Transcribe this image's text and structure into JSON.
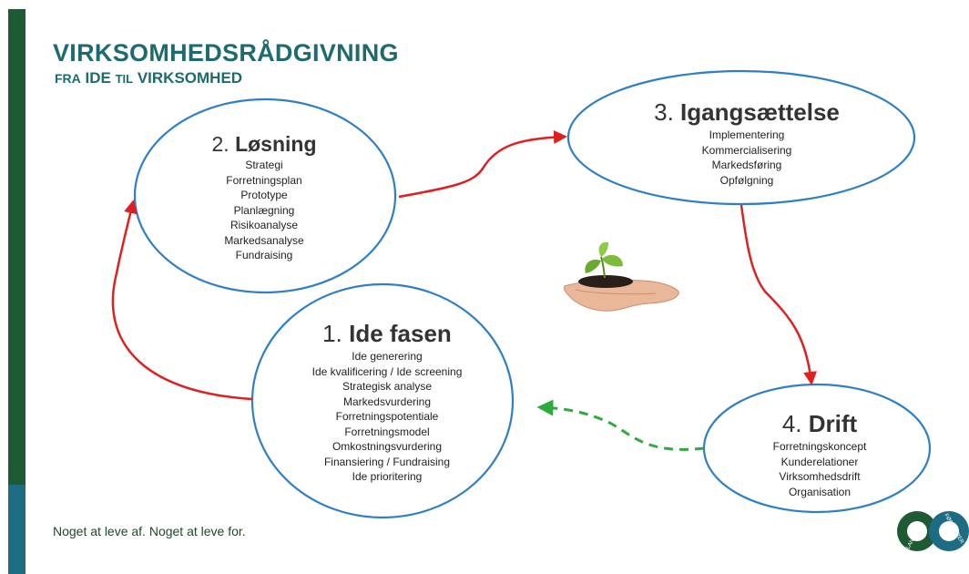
{
  "header": {
    "title": "VIRKSOMHEDSRÅDGIVNING",
    "subtitle": {
      "part1": "FRA",
      "part2": "IDE",
      "part3": "TIL",
      "part4": "VIRKSOMHED"
    }
  },
  "phases": [
    {
      "number": "1.",
      "name": "Ide fasen",
      "items": [
        "Ide generering",
        "Ide kvalificering  / Ide screening",
        "Strategisk analyse",
        "Markedsvurdering",
        "Forretningspotentiale",
        "Forretningsmodel",
        "Omkostningsvurdering",
        "Finansiering  / Fundraising",
        "Ide prioritering"
      ]
    },
    {
      "number": "2.",
      "name": "Løsning",
      "items": [
        "Strategi",
        "Forretningsplan",
        "Prototype",
        "Planlægning",
        "Risikoanalyse",
        "Markedsanalyse",
        "Fundraising"
      ]
    },
    {
      "number": "3.",
      "name": "Igangsættelse",
      "items": [
        "Implementering",
        "Kommercialisering",
        "Markedsføring",
        "Opfølgning"
      ]
    },
    {
      "number": "4.",
      "name": "Drift",
      "items": [
        "Forretningskoncept",
        "Kunderelationer",
        "Virksomhedsdrift",
        "Organisation"
      ]
    }
  ],
  "tagline": "Noget at leve af. Noget at leve for.",
  "logo": {
    "left_text": "LANDBRUG",
    "right_text": "FØDEVARER"
  },
  "colors": {
    "title": "#1d6b6e",
    "ellipse_stroke": "#2f7fc4",
    "arrow_red": "#e02020",
    "arrow_green_dashed": "#2eaa3e",
    "sidebar_green": "#1e5a34",
    "sidebar_teal": "#1e6b84",
    "logo_green": "#1e5a34",
    "logo_teal": "#1e6b84"
  },
  "icons": [
    "seedling-in-hand-icon",
    "landbrug-fodevarer-logo-icon"
  ]
}
